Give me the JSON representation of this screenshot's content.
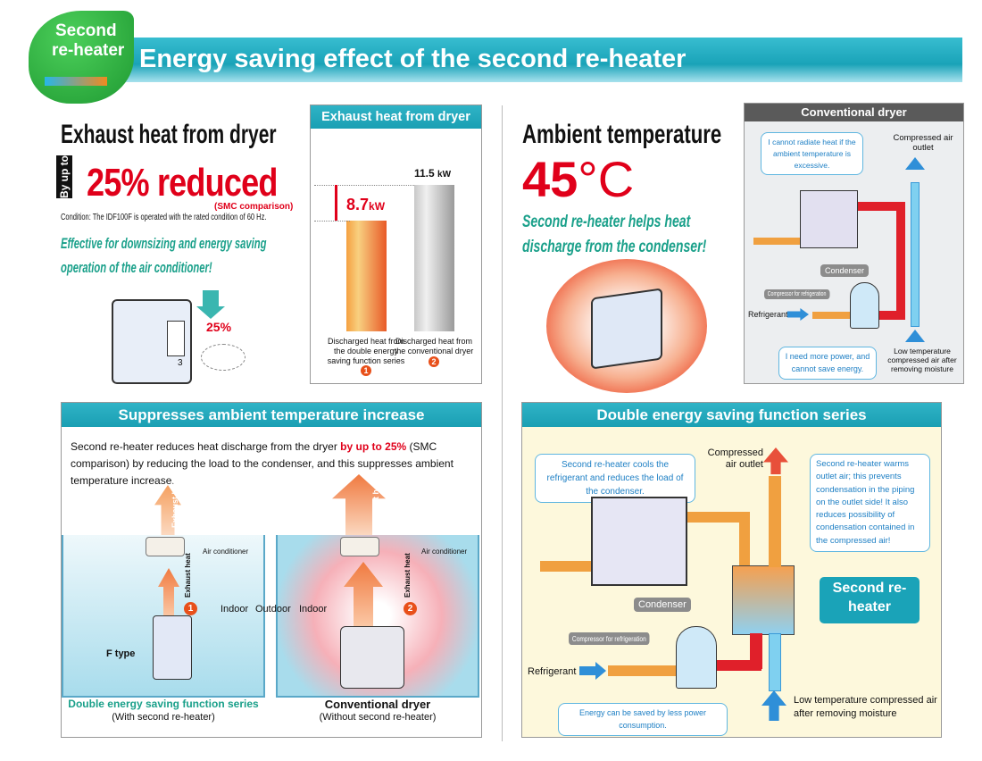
{
  "header": {
    "badge_line1": "Second",
    "badge_line2": "re-heater",
    "title": "Energy saving effect of the second re-heater"
  },
  "exhaust": {
    "title": "Exhaust heat from dryer",
    "by_up_to": "By up to",
    "reduced": "25% reduced",
    "smc": "(SMC comparison)",
    "condition": "Condition: The IDF100F is operated with the rated condition of 60 Hz.",
    "effect_line1": "Effective for downsizing and energy saving",
    "effect_line2": "operation of the air conditioner!",
    "illus_percent": "25%",
    "illus_number": "3"
  },
  "chart_data": {
    "type": "bar",
    "title": "Exhaust heat from dryer",
    "categories": [
      "Discharged heat from the double energy saving function series",
      "Discharged heat from the conventional dryer"
    ],
    "category_numbers": [
      "1",
      "2"
    ],
    "values": [
      8.7,
      11.5
    ],
    "value_labels": [
      "8.7",
      "11.5"
    ],
    "unit": "kW",
    "colors": [
      "#f07030",
      "#a8a8a8"
    ],
    "ylim": [
      0,
      14
    ]
  },
  "ambient": {
    "title": "Ambient temperature",
    "temp": "45",
    "unit": "°C",
    "desc_line1": "Second re-heater helps heat",
    "desc_line2": "discharge from the condenser!"
  },
  "conventional": {
    "title": "Conventional dryer",
    "bubble_top": "I cannot radiate heat if the ambient temperature is excessive.",
    "outlet": "Compressed air outlet",
    "condenser": "Condenser",
    "compressor": "Compressor for refrigeration",
    "refrigerant": "Refrigerant",
    "bubble_bottom": "I need more power, and cannot save energy.",
    "inlet": "Low temperature compressed air after removing moisture"
  },
  "suppress": {
    "title": "Suppresses ambient temperature increase",
    "text_a": "Second re-heater reduces heat discharge from the dryer ",
    "text_highlight": "by up to 25%",
    "text_b": " (SMC comparison) by reducing the load to the condenser, and this suppresses ambient temperature increase.",
    "exhaust_heat": "Exhaust heat",
    "air_conditioner": "Air conditioner",
    "indoor": "Indoor",
    "outdoor": "Outdoor",
    "num1": "1",
    "num2": "2",
    "ftype": "F type",
    "left_caption": "Double energy saving function series",
    "left_sub": "(With second re-heater)",
    "right_caption": "Conventional dryer",
    "right_sub": "(Without second re-heater)"
  },
  "double": {
    "title": "Double energy saving function series",
    "bubble_left": "Second re-heater cools the refrigerant and reduces the load of the condenser.",
    "outlet": "Compressed air outlet",
    "bubble_right": "Second re-heater warms outlet air; this prevents condensation in the piping on the outlet side! It also reduces possibility of condensation contained in the compressed air!",
    "condenser": "Condenser",
    "reheater": "Second re-heater",
    "compressor": "Compressor for refrigeration",
    "refrigerant": "Refrigerant",
    "bubble_bottom": "Energy can be saved by less power consumption.",
    "inlet": "Low temperature compressed air after removing moisture"
  }
}
